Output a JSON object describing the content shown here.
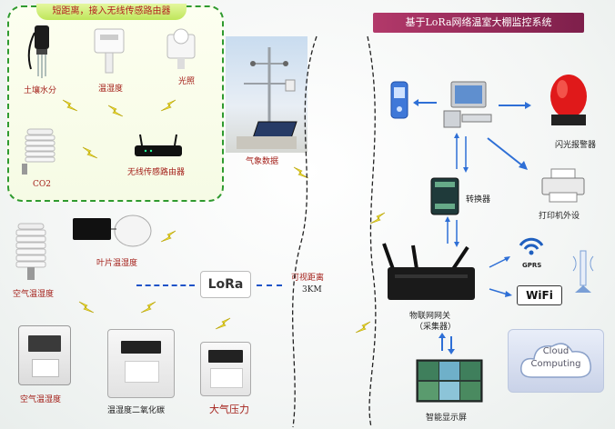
{
  "sensor_group": {
    "title": "短距离，接入无线传感路由器",
    "soil_moisture": "土壤水分",
    "temp_humidity": "温湿度",
    "light": "光照",
    "co2": "CO2",
    "router": "无线传感路由器"
  },
  "weather_station": {
    "label": "气象数据"
  },
  "left_sensors": {
    "leaf_temp": "叶片温湿度",
    "air_temp_1": "空气温湿度",
    "air_temp_2": "空气温湿度",
    "temp_co2": "温湿度二氧化碳",
    "pressure": "大气压力",
    "lora_logo": "LoRa"
  },
  "range": {
    "line1": "可视距离",
    "line2": "3KM"
  },
  "right": {
    "title": "基于LoRa网络温室大棚监控系统",
    "alarm": "闪光报警器",
    "printer": "打印机外设",
    "converter": "转换器",
    "gateway_line1": "物联网网关",
    "gateway_line2": "（采集器）",
    "display": "智能显示屏",
    "gprs": "GPRS",
    "wifi": "WiFi",
    "cloud_line1": "Cloud",
    "cloud_line2": "Computing"
  },
  "colors": {
    "label_red": "#a4201a",
    "arrow_blue": "#2e6fd6",
    "bolt_yellow": "#f3e33a",
    "banner": "#9b2c5c",
    "dash_green": "#2f9a2f"
  }
}
